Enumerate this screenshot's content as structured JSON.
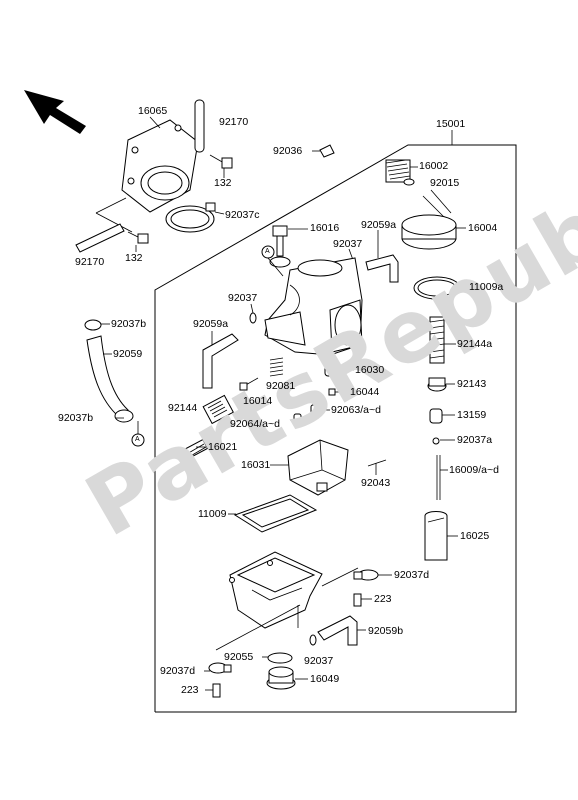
{
  "watermark": "PartsRepublik",
  "circle_marker": "A",
  "labels": {
    "l_16065": "16065",
    "l_92170_top": "92170",
    "l_132_top": "132",
    "l_92037c": "92037c",
    "l_92170_bot": "92170",
    "l_132_bot": "132",
    "l_15001": "15001",
    "l_92036": "92036",
    "l_16002": "16002",
    "l_92015": "92015",
    "l_16016": "16016",
    "l_92059a_top": "92059a",
    "l_92037_top": "92037",
    "l_16004": "16004",
    "l_11009a": "11009a",
    "l_92037_mid": "92037",
    "l_92059a_mid": "92059a",
    "l_92144a": "92144a",
    "l_92037b_top": "92037b",
    "l_92059": "92059",
    "l_92037b_bot": "92037b",
    "l_16030": "16030",
    "l_92081": "92081",
    "l_92143": "92143",
    "l_16044": "16044",
    "l_16014": "16014",
    "l_92144": "92144",
    "l_13159": "13159",
    "l_92063": "92063/a~d",
    "l_92064": "92064/a~d",
    "l_92037a": "92037a",
    "l_16021": "16021",
    "l_16009": "16009/a~d",
    "l_16031": "16031",
    "l_92043": "92043",
    "l_11009": "11009",
    "l_16025": "16025",
    "l_92037d_right": "92037d",
    "l_223_right": "223",
    "l_92059b": "92059b",
    "l_92055": "92055",
    "l_92037_bot": "92037",
    "l_92037d_left": "92037d",
    "l_16049": "16049",
    "l_223_left": "223"
  }
}
